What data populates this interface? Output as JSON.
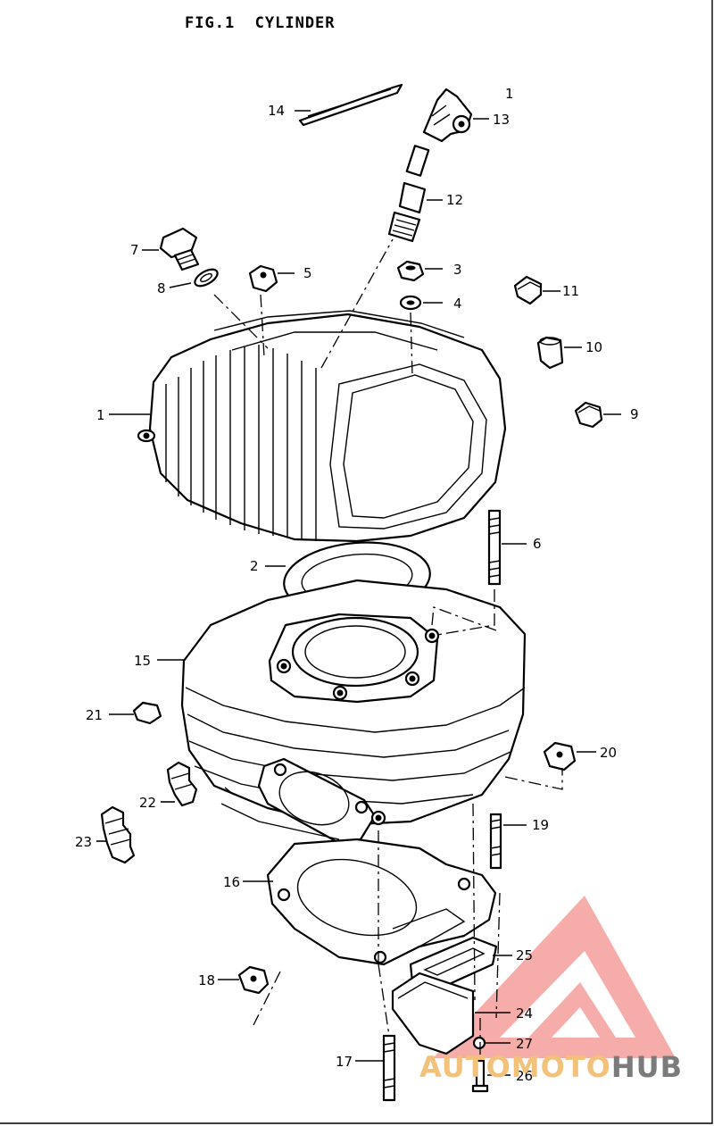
{
  "figure": {
    "title": "FIG.1  CYLINDER"
  },
  "callouts": [
    {
      "id": "1a",
      "text": "1"
    },
    {
      "id": "13",
      "text": "13"
    },
    {
      "id": "14",
      "text": "14"
    },
    {
      "id": "12",
      "text": "12"
    },
    {
      "id": "7",
      "text": "7"
    },
    {
      "id": "5",
      "text": "5"
    },
    {
      "id": "3",
      "text": "3"
    },
    {
      "id": "4",
      "text": "4"
    },
    {
      "id": "8",
      "text": "8"
    },
    {
      "id": "11",
      "text": "11"
    },
    {
      "id": "10",
      "text": "10"
    },
    {
      "id": "1",
      "text": "1"
    },
    {
      "id": "9",
      "text": "9"
    },
    {
      "id": "6",
      "text": "6"
    },
    {
      "id": "2",
      "text": "2"
    },
    {
      "id": "15",
      "text": "15"
    },
    {
      "id": "21",
      "text": "21"
    },
    {
      "id": "20",
      "text": "20"
    },
    {
      "id": "22",
      "text": "22"
    },
    {
      "id": "19",
      "text": "19"
    },
    {
      "id": "23",
      "text": "23"
    },
    {
      "id": "16",
      "text": "16"
    },
    {
      "id": "25",
      "text": "25"
    },
    {
      "id": "18",
      "text": "18"
    },
    {
      "id": "24",
      "text": "24"
    },
    {
      "id": "27",
      "text": "27"
    },
    {
      "id": "17",
      "text": "17"
    },
    {
      "id": "26",
      "text": "26"
    }
  ],
  "watermark": {
    "text_a": "AUTOMOTO",
    "text_b": "HUB",
    "color_accent": "#e8584f",
    "color_text": "#f3c27a",
    "color_hub": "#7b7b7b"
  }
}
